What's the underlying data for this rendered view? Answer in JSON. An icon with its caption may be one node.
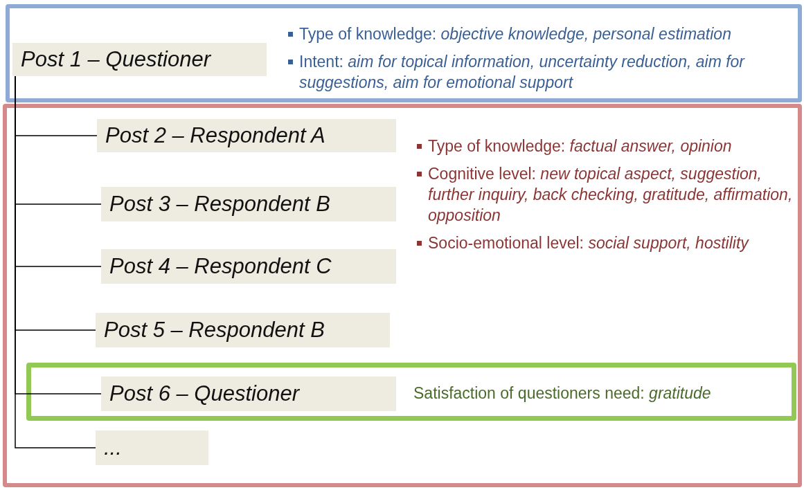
{
  "diagram": {
    "nodes": [
      {
        "text": [
          "Type of knowledge: *objective knowledge, personal estimation*",
          "Intent: *aim for topical information, uncertainty reduction, aim for suggestions, aim for emotional support*"
        ]
      },
      {
        "text": [
          "Post 1 – Questioner"
        ],
        "in": 0
      },
      {
        "text": [
          "Type of knowledge: *factual answer, opinion*",
          "Cognitive level: *new topical aspect, suggestion, further inquiry, back checking, gratitude, affirmation, opposition*",
          "Socio-emotional level: *social support, hostility*"
        ]
      },
      {
        "text": [
          "Post 2 – Respondent A"
        ],
        "in": 2
      },
      {
        "text": [
          "Post 3 – Respondent B"
        ],
        "in": 2
      },
      {
        "text": [
          "Post 4 – Respondent C"
        ],
        "in": 2
      },
      {
        "text": [
          "Post 5 – Respondent B"
        ],
        "in": 2
      },
      {
        "text": [
          "Satisfaction of questioners need: *gratitude*"
        ],
        "in": 2
      },
      {
        "text": [
          "Post 6 – Questioner"
        ],
        "in": 7
      },
      {
        "text": [
          "..."
        ],
        "in": 2
      }
    ],
    "edges": [
      {
        "from": 1,
        "to": 3,
        "arrow": "none"
      },
      {
        "from": 1,
        "to": 4,
        "arrow": "none"
      },
      {
        "from": 1,
        "to": 5,
        "arrow": "none"
      },
      {
        "from": 1,
        "to": 6,
        "arrow": "none"
      },
      {
        "from": 1,
        "to": 8,
        "arrow": "none"
      },
      {
        "from": 1,
        "to": 9,
        "arrow": "none"
      }
    ]
  }
}
